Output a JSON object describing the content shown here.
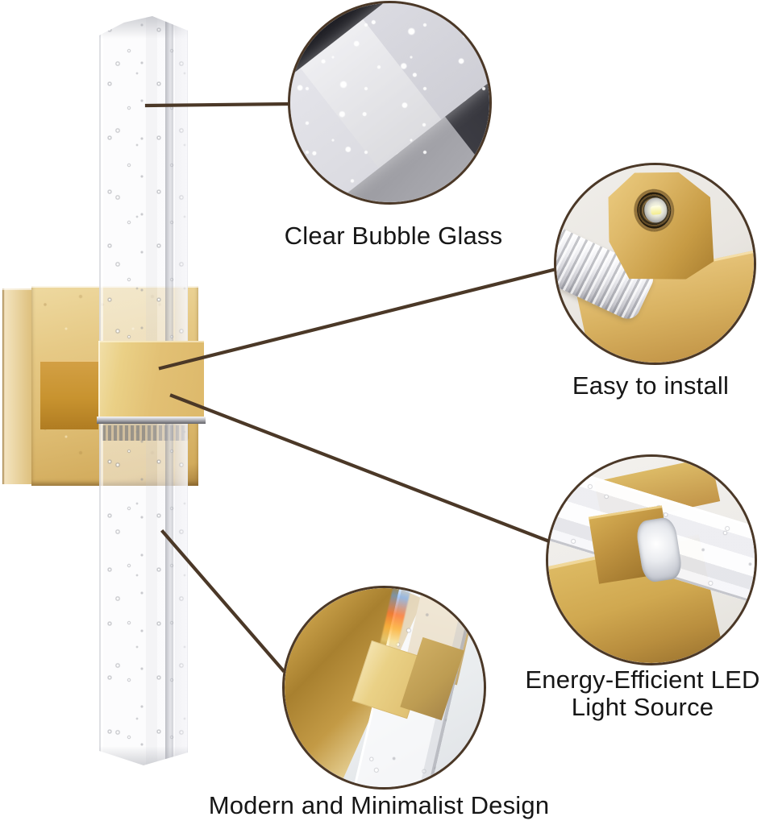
{
  "callouts": [
    {
      "id": "bubble-glass",
      "label": "Clear Bubble Glass"
    },
    {
      "id": "easy-install",
      "label": "Easy to install"
    },
    {
      "id": "led-source",
      "label_line1": "Energy-Efficient LED",
      "label_line2": "Light Source"
    },
    {
      "id": "minimalist-design",
      "label": "Modern and Minimalist Design"
    }
  ],
  "colors": {
    "connector_line": "#4b3827",
    "circle_border": "#4b3827",
    "label_text": "#161616",
    "background": "#ffffff",
    "gold_light": "#eed9a0",
    "gold_mid": "#d8b060",
    "gold_dark": "#b8883a",
    "brass_block": "#c8932f"
  }
}
